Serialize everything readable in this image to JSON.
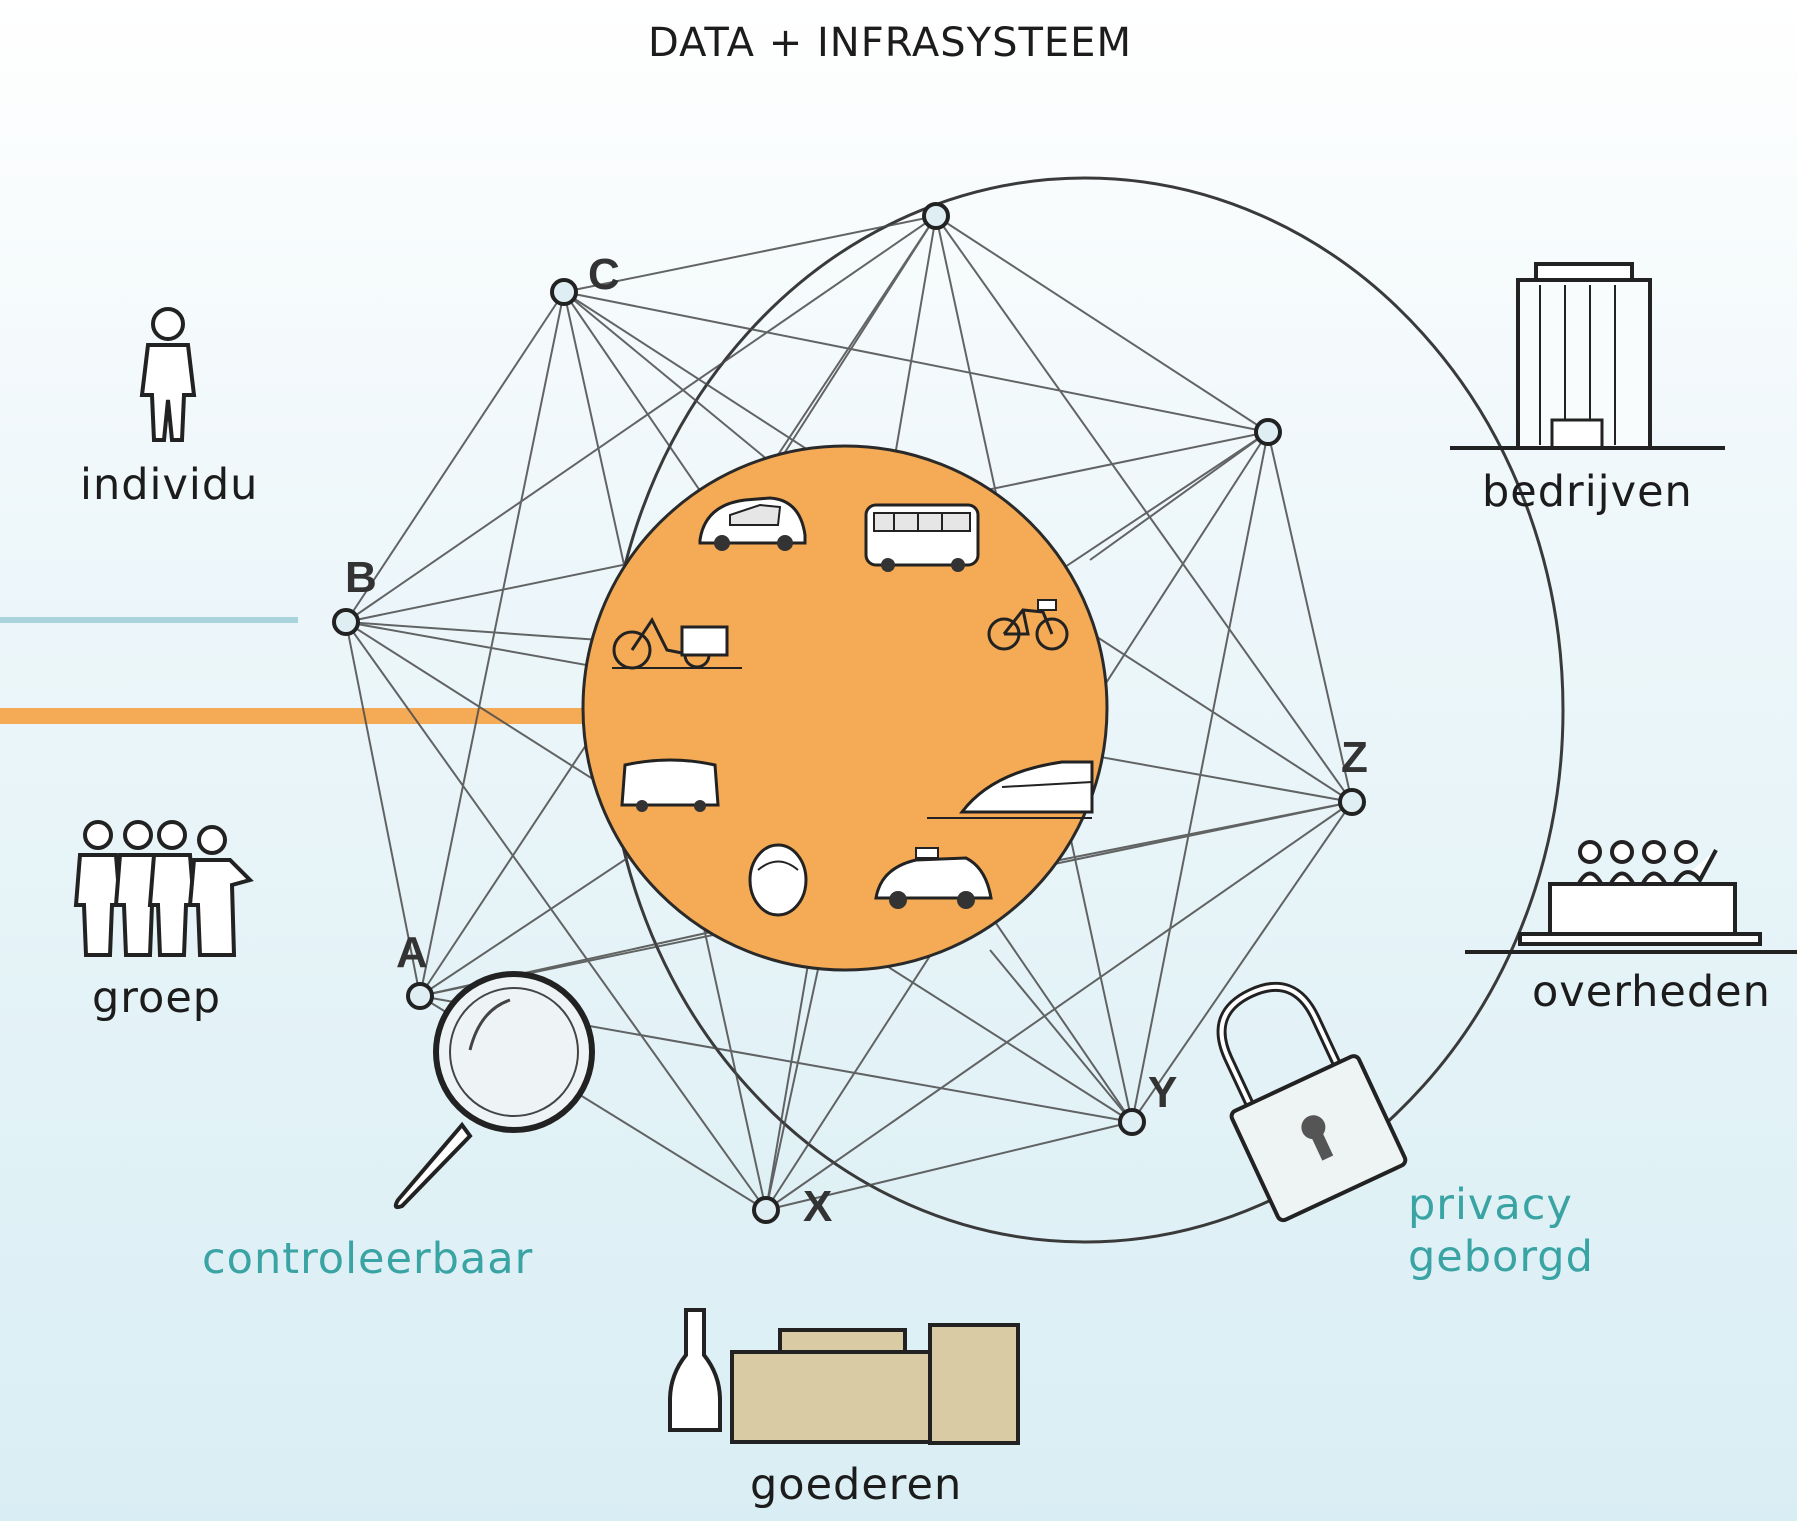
{
  "title": "DATA + INFRASYSTEEM",
  "actors": {
    "individu": "individu",
    "groep": "groep",
    "bedrijven": "bedrijven",
    "overheden": "overheden",
    "goederen": "goederen"
  },
  "qualities": {
    "controleerbaar": "controleerbaar",
    "privacy": "privacy",
    "geborgd": "geborgd"
  },
  "node_letters": {
    "A": "A",
    "B": "B",
    "C": "C",
    "X": "X",
    "Y": "Y",
    "Z": "Z"
  },
  "vehicles": [
    "car-icon",
    "bus-icon",
    "cargo-bike-icon",
    "bicycle-icon",
    "pod-shuttle-icon",
    "train-icon",
    "robot-pod-icon",
    "autonomous-taxi-icon"
  ],
  "colors": {
    "core": "#f5ab55",
    "orange_line": "#f5ab55",
    "teal_line": "#a9d4dc",
    "teal_text": "#3aa3a3",
    "network_line": "#444444",
    "box": "#d9cba3"
  }
}
